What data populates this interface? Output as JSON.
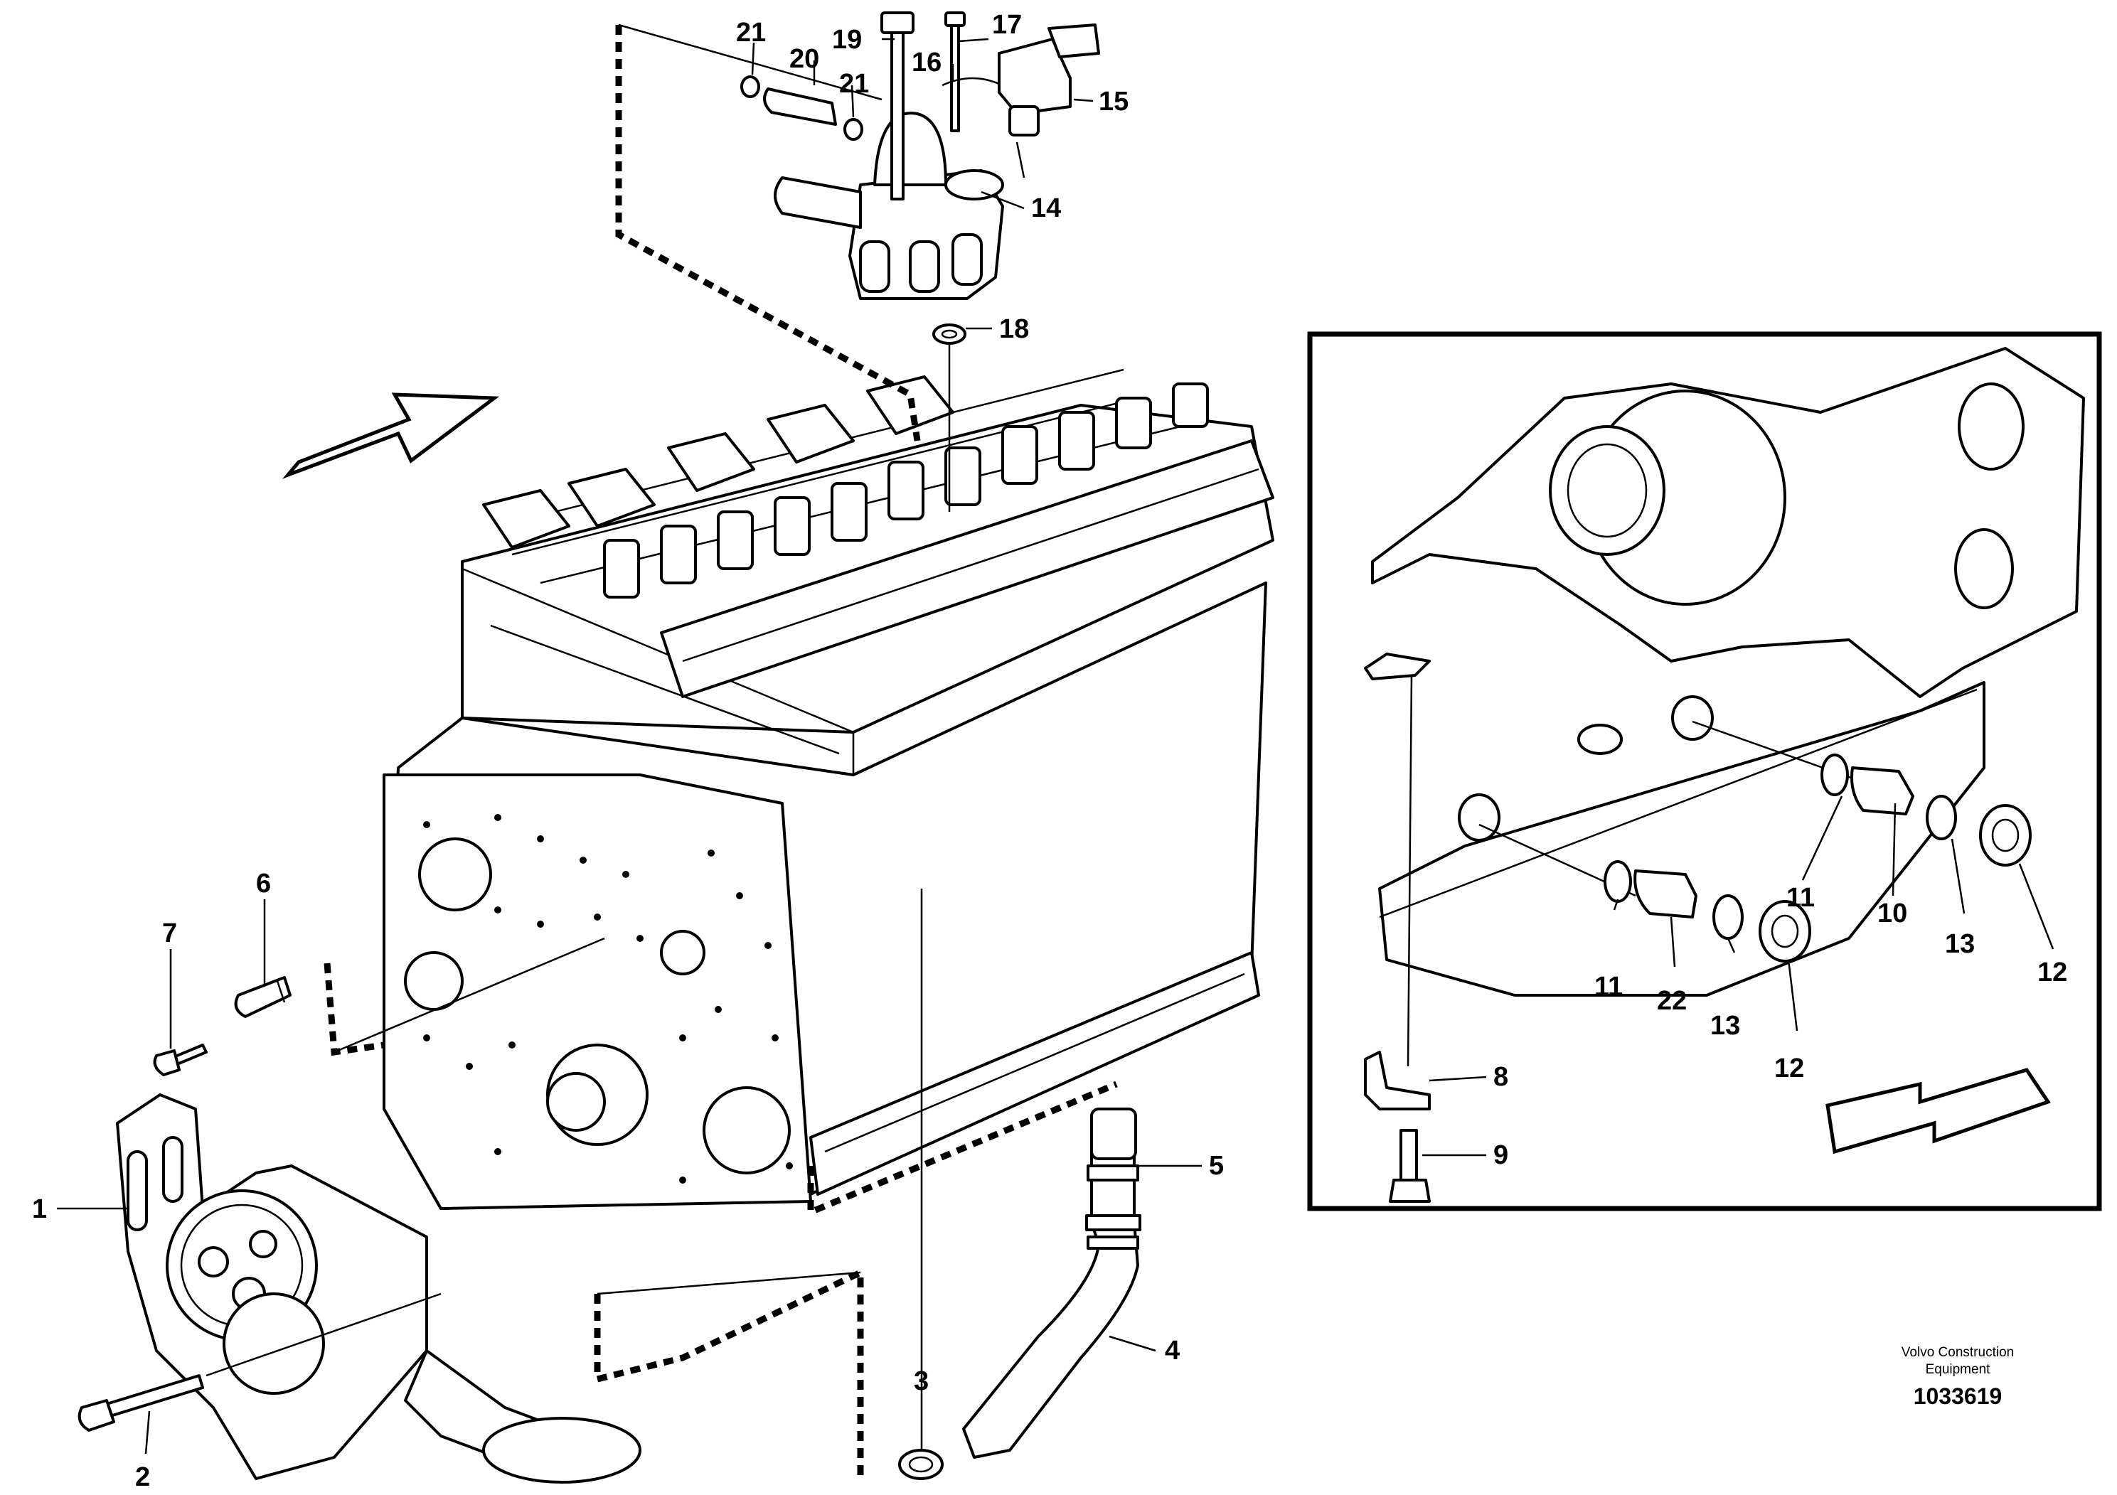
{
  "callouts": {
    "c1": "1",
    "c2": "2",
    "c3": "3",
    "c4": "4",
    "c5": "5",
    "c6": "6",
    "c7": "7",
    "c8": "8",
    "c9": "9",
    "c10": "10",
    "c11a": "11",
    "c11b": "11",
    "c12a": "12",
    "c12b": "12",
    "c13a": "13",
    "c13b": "13",
    "c14": "14",
    "c15": "15",
    "c16": "16",
    "c17": "17",
    "c18": "18",
    "c19": "19",
    "c20": "20",
    "c21a": "21",
    "c21b": "21",
    "c22": "22"
  },
  "credit": {
    "line1": "Volvo Construction",
    "line2": "Equipment",
    "drawing_number": "1033619"
  }
}
